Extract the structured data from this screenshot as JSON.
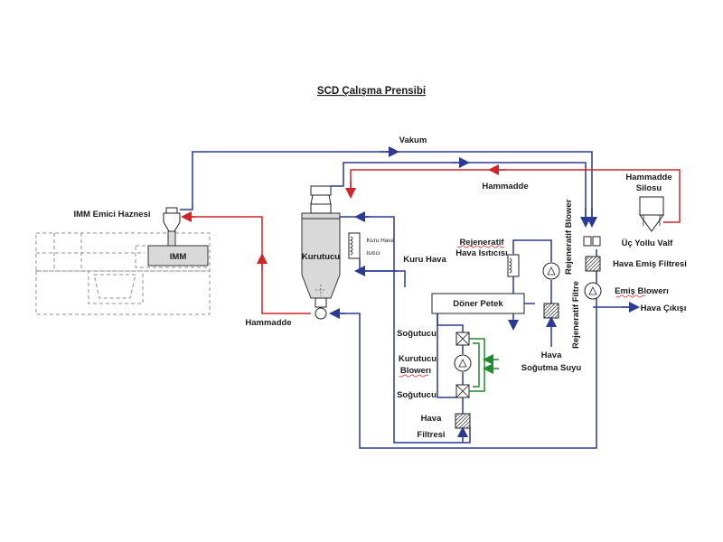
{
  "title": "SCD Çalışma Prensibi",
  "labels": {
    "vakum": "Vakum",
    "hammadde_top": "Hammadde",
    "hammadde_silosu_1": "Hammadde",
    "hammadde_silosu_2": "Silosu",
    "imm_emici_haznesi": "IMM Emici Haznesi",
    "imm": "IMM",
    "hammadde_left": "Hammadde",
    "kurutucu": "Kurutucu",
    "kuru_hava_isitici_1": "Kuru Hava",
    "kuru_hava_isitici_2": "Isıtıcı",
    "kuru_hava": "Kuru Hava",
    "rejeneratif_isitici_1": "Rejeneratif",
    "rejeneratif_isitici_2": "Hava Isıtıcısı",
    "rejeneratif_blower": "Rejeneratif Blower",
    "rejeneratif_filtre": "Rejeneratif Filtre",
    "uc_yollu_valf": "Üç Yollu Valf",
    "hava_emis_filtresi": "Hava Emiş Filtresi",
    "emis_blower": "Emiş Blowerı",
    "hava_cikisi": "Hava Çıkışı",
    "doner_petek": "Döner Petek",
    "sogutucu_top": "Soğutucu",
    "kurutucu_blower_1": "Kurutucu",
    "kurutucu_blower_2": "Blowerı",
    "sogutucu_bottom": "Soğutucu",
    "hava_sogutma_1": "Hava",
    "hava_sogutma_2": "Soğutma Suyu",
    "hava_filtresi_1": "Hava",
    "hava_filtresi_2": "Filtresi"
  },
  "colors": {
    "vacuum_line": "#2b3a92",
    "material_line": "#d2232a",
    "cooling_water_line": "#1f8a2e",
    "equipment_outline": "#222222",
    "machine_outline": "#8c8c8c"
  }
}
